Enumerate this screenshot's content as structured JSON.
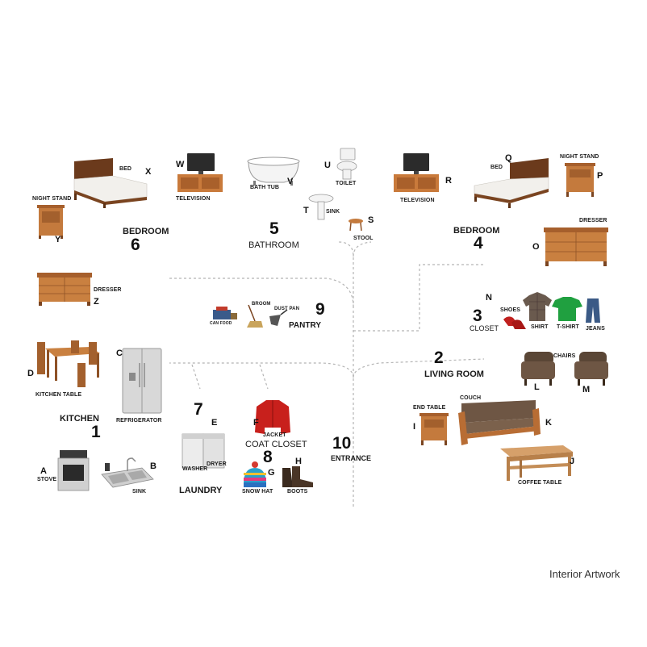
{
  "rooms": {
    "kitchen": {
      "number": "1",
      "name": "KITCHEN"
    },
    "living_room": {
      "number": "2",
      "name": "LIVING ROOM"
    },
    "closet": {
      "number": "3",
      "name": "CLOSET"
    },
    "bedroom_4": {
      "number": "4",
      "name": "BEDROOM"
    },
    "bathroom": {
      "number": "5",
      "name": "BATHROOM"
    },
    "bedroom_6": {
      "number": "6",
      "name": "BEDROOM"
    },
    "laundry": {
      "number": "7",
      "name": "LAUNDRY"
    },
    "coat_closet": {
      "number": "8",
      "name": "COAT CLOSET"
    },
    "pantry": {
      "number": "9",
      "name": "PANTRY"
    },
    "entrance": {
      "number": "10",
      "name": "ENTRANCE"
    }
  },
  "items": {
    "stove": {
      "letter": "A",
      "label": "STOVE"
    },
    "sink_kitchen": {
      "letter": "B",
      "label": "SINK"
    },
    "refrigerator": {
      "letter": "C",
      "label": "REFRIGERATOR"
    },
    "kitchen_table": {
      "letter": "D",
      "label": "KITCHEN TABLE"
    },
    "washer_dryer": {
      "letter": "E",
      "label_washer": "WASHER",
      "label_dryer": "DRYER"
    },
    "jacket": {
      "letter": "F",
      "label": "JACKET"
    },
    "snow_hat": {
      "letter": "G",
      "label": "SNOW HAT"
    },
    "boots": {
      "letter": "H",
      "label": "BOOTS"
    },
    "end_table": {
      "letter": "I",
      "label": "END TABLE"
    },
    "coffee_table": {
      "letter": "J",
      "label": "COFFEE TABLE"
    },
    "couch": {
      "letter": "K",
      "label": "COUCH"
    },
    "chair_l": {
      "letter": "L"
    },
    "chair_m": {
      "letter": "M"
    },
    "chairs": {
      "label": "CHAIRS"
    },
    "closet_clothes": {
      "letter": "N",
      "labels": [
        "SHOES",
        "SHIRT",
        "T-SHIRT",
        "JEANS"
      ]
    },
    "dresser_right": {
      "letter": "O",
      "label": "DRESSER"
    },
    "night_stand_right": {
      "letter": "P",
      "label": "NIGHT STAND"
    },
    "bed_right": {
      "letter": "Q",
      "label": "BED"
    },
    "television_right": {
      "letter": "R",
      "label": "TELEVISION"
    },
    "stool": {
      "letter": "S",
      "label": "STOOL"
    },
    "sink_bath": {
      "letter": "T",
      "label": "SINK"
    },
    "toilet": {
      "letter": "U",
      "label": "TOILET"
    },
    "bath_tub": {
      "letter": "V",
      "label": "BATH TUB"
    },
    "television_left": {
      "letter": "W",
      "label": "TELEVISION"
    },
    "bed_left": {
      "letter": "X",
      "label": "BED"
    },
    "night_stand_left": {
      "letter": "Y",
      "label": "NIGHT STAND"
    },
    "dresser_left": {
      "letter": "Z",
      "label": "DRESSER"
    },
    "pantry_items": {
      "labels": [
        "CAN FOOD",
        "BROOM",
        "DUST PAN"
      ]
    }
  },
  "credit": "Interior Artwork",
  "colors": {
    "wood": "#b86d34",
    "wood_dark": "#7a4420",
    "path": "#b5b5b5",
    "text": "#1a1a1a"
  }
}
